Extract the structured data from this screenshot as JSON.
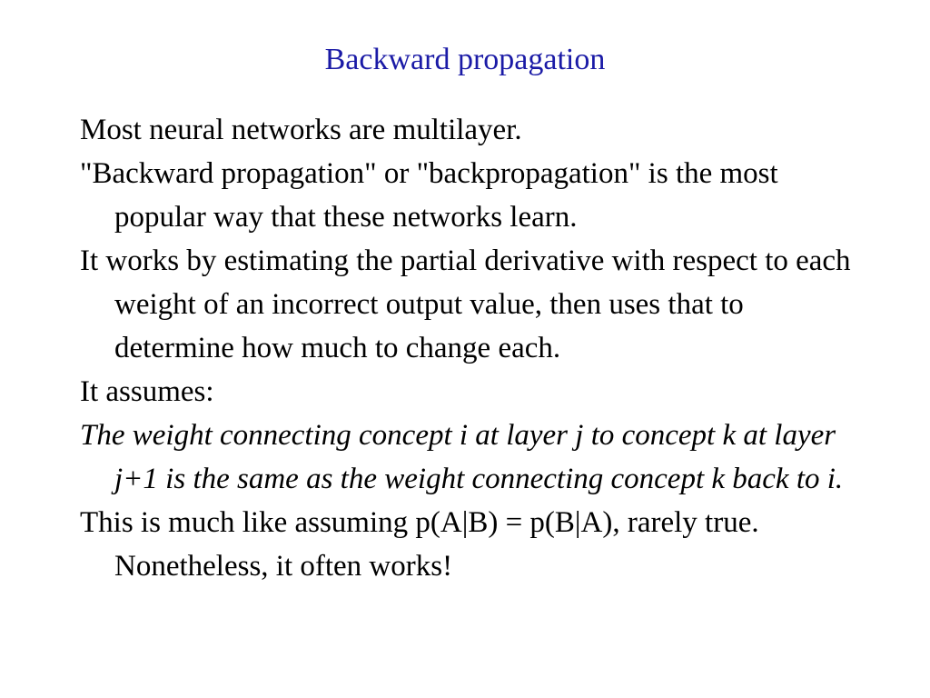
{
  "slide": {
    "title": "Backward propagation",
    "title_color": "#1a1aa6",
    "paragraphs": [
      {
        "text": "Most neural networks are multilayer.",
        "italic": false
      },
      {
        "text": "\"Backward propagation\" or \"backpropagation\" is the most popular way that these networks learn.",
        "italic": false
      },
      {
        "text": "It works by estimating the partial derivative with respect to each weight of an incorrect output value, then uses that to determine how much to change each.",
        "italic": false
      },
      {
        "text": "It assumes:",
        "italic": false
      },
      {
        "text": "The weight connecting concept i at layer j to concept k at layer j+1 is the same as the weight connecting concept k back to i.",
        "italic": true
      },
      {
        "text": "This is much like assuming p(A|B) = p(B|A), rarely true.  Nonetheless, it often works!",
        "italic": false
      }
    ]
  }
}
